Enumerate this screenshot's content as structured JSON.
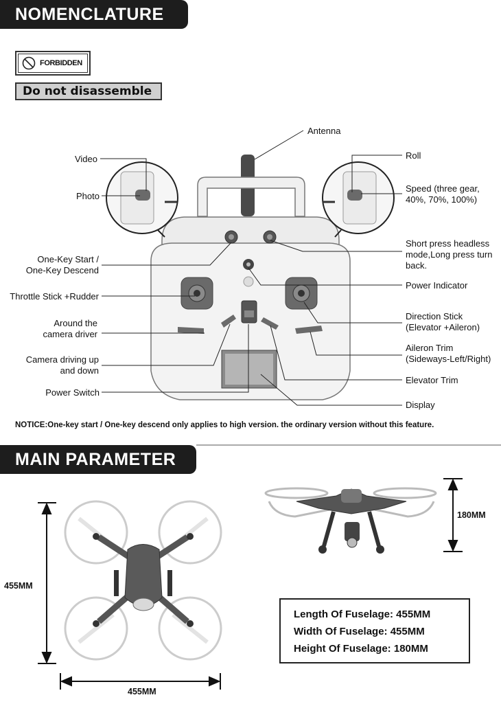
{
  "sections": {
    "nomenclature": "NOMENCLATURE",
    "main_parameter": "MAIN PARAMETER"
  },
  "warning": {
    "forbidden_label": "FORBIDDEN",
    "do_not_disassemble": "Do not disassemble"
  },
  "labels": {
    "antenna": "Antenna",
    "video": "Video",
    "photo": "Photo",
    "roll": "Roll",
    "speed_line1": "Speed (three gear,",
    "speed_line2": "40%, 70%, 100%)",
    "one_key_line1": "One-Key Start  /",
    "one_key_line2": "One-Key Descend",
    "headless_line1": "Short press headless",
    "headless_line2": "mode,Long press turn",
    "headless_line3": "back.",
    "power_indicator": "Power Indicator",
    "throttle": "Throttle Stick +Rudder",
    "direction_line1": "Direction Stick",
    "direction_line2": "(Elevator +Aileron)",
    "around_line1": "Around the",
    "around_line2": "camera driver",
    "aileron_line1": "Aileron Trim",
    "aileron_line2": "(Sideways-Left/Right)",
    "camera_updown_line1": "Camera driving up",
    "camera_updown_line2": "and down",
    "elevator_trim": "Elevator Trim",
    "power_switch": "Power Switch",
    "display": "Display"
  },
  "notice": {
    "prefix": "NOTICE:",
    "text": "One-key start / One-key descend only applies to high version. the ordinary version without this feature."
  },
  "dimensions": {
    "height_side": "180MM",
    "length_left": "455MM",
    "width_bottom": "455MM"
  },
  "specs": [
    "Length Of Fuselage: 455MM",
    "Width Of Fuselage: 455MM",
    "Height Of Fuselage: 180MM"
  ]
}
